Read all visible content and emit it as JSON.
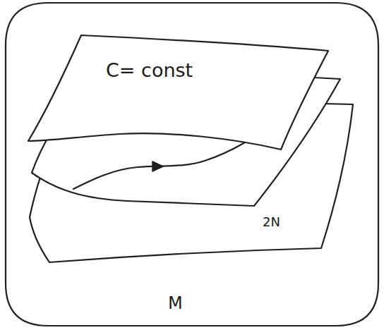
{
  "diagram": {
    "nodes": [
      {
        "text": [
          "M"
        ]
      },
      {
        "text": [
          "C= const"
        ],
        "in": 0
      },
      {
        "text": [
          "2N"
        ],
        "in": 0
      }
    ]
  }
}
